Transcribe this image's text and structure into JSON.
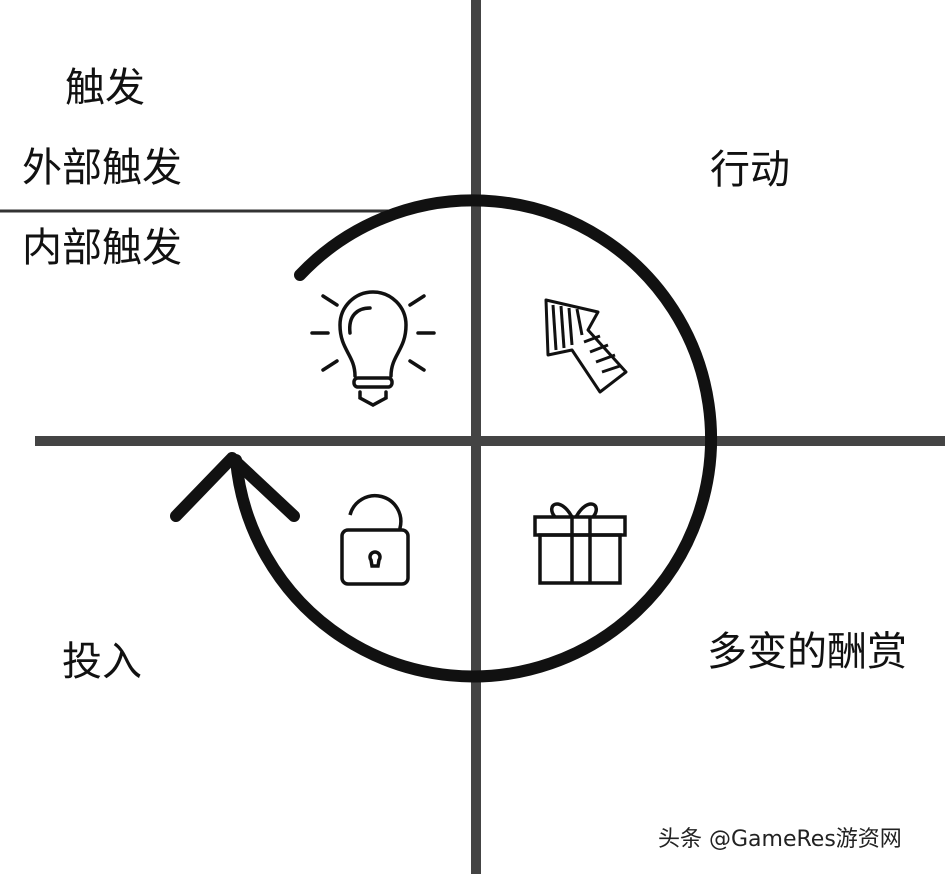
{
  "labels": {
    "trigger": "触发",
    "external_trigger": "外部触发",
    "internal_trigger": "内部触发",
    "action": "行动",
    "variable_reward": "多变的酬赏",
    "investment": "投入"
  },
  "watermark": "头条 @GameRes游资网",
  "icons": [
    "lightbulb-icon",
    "cursor-arrow-icon",
    "gift-icon",
    "unlocked-padlock-icon"
  ],
  "colors": {
    "axis": "#444444",
    "cycle": "#111111"
  }
}
